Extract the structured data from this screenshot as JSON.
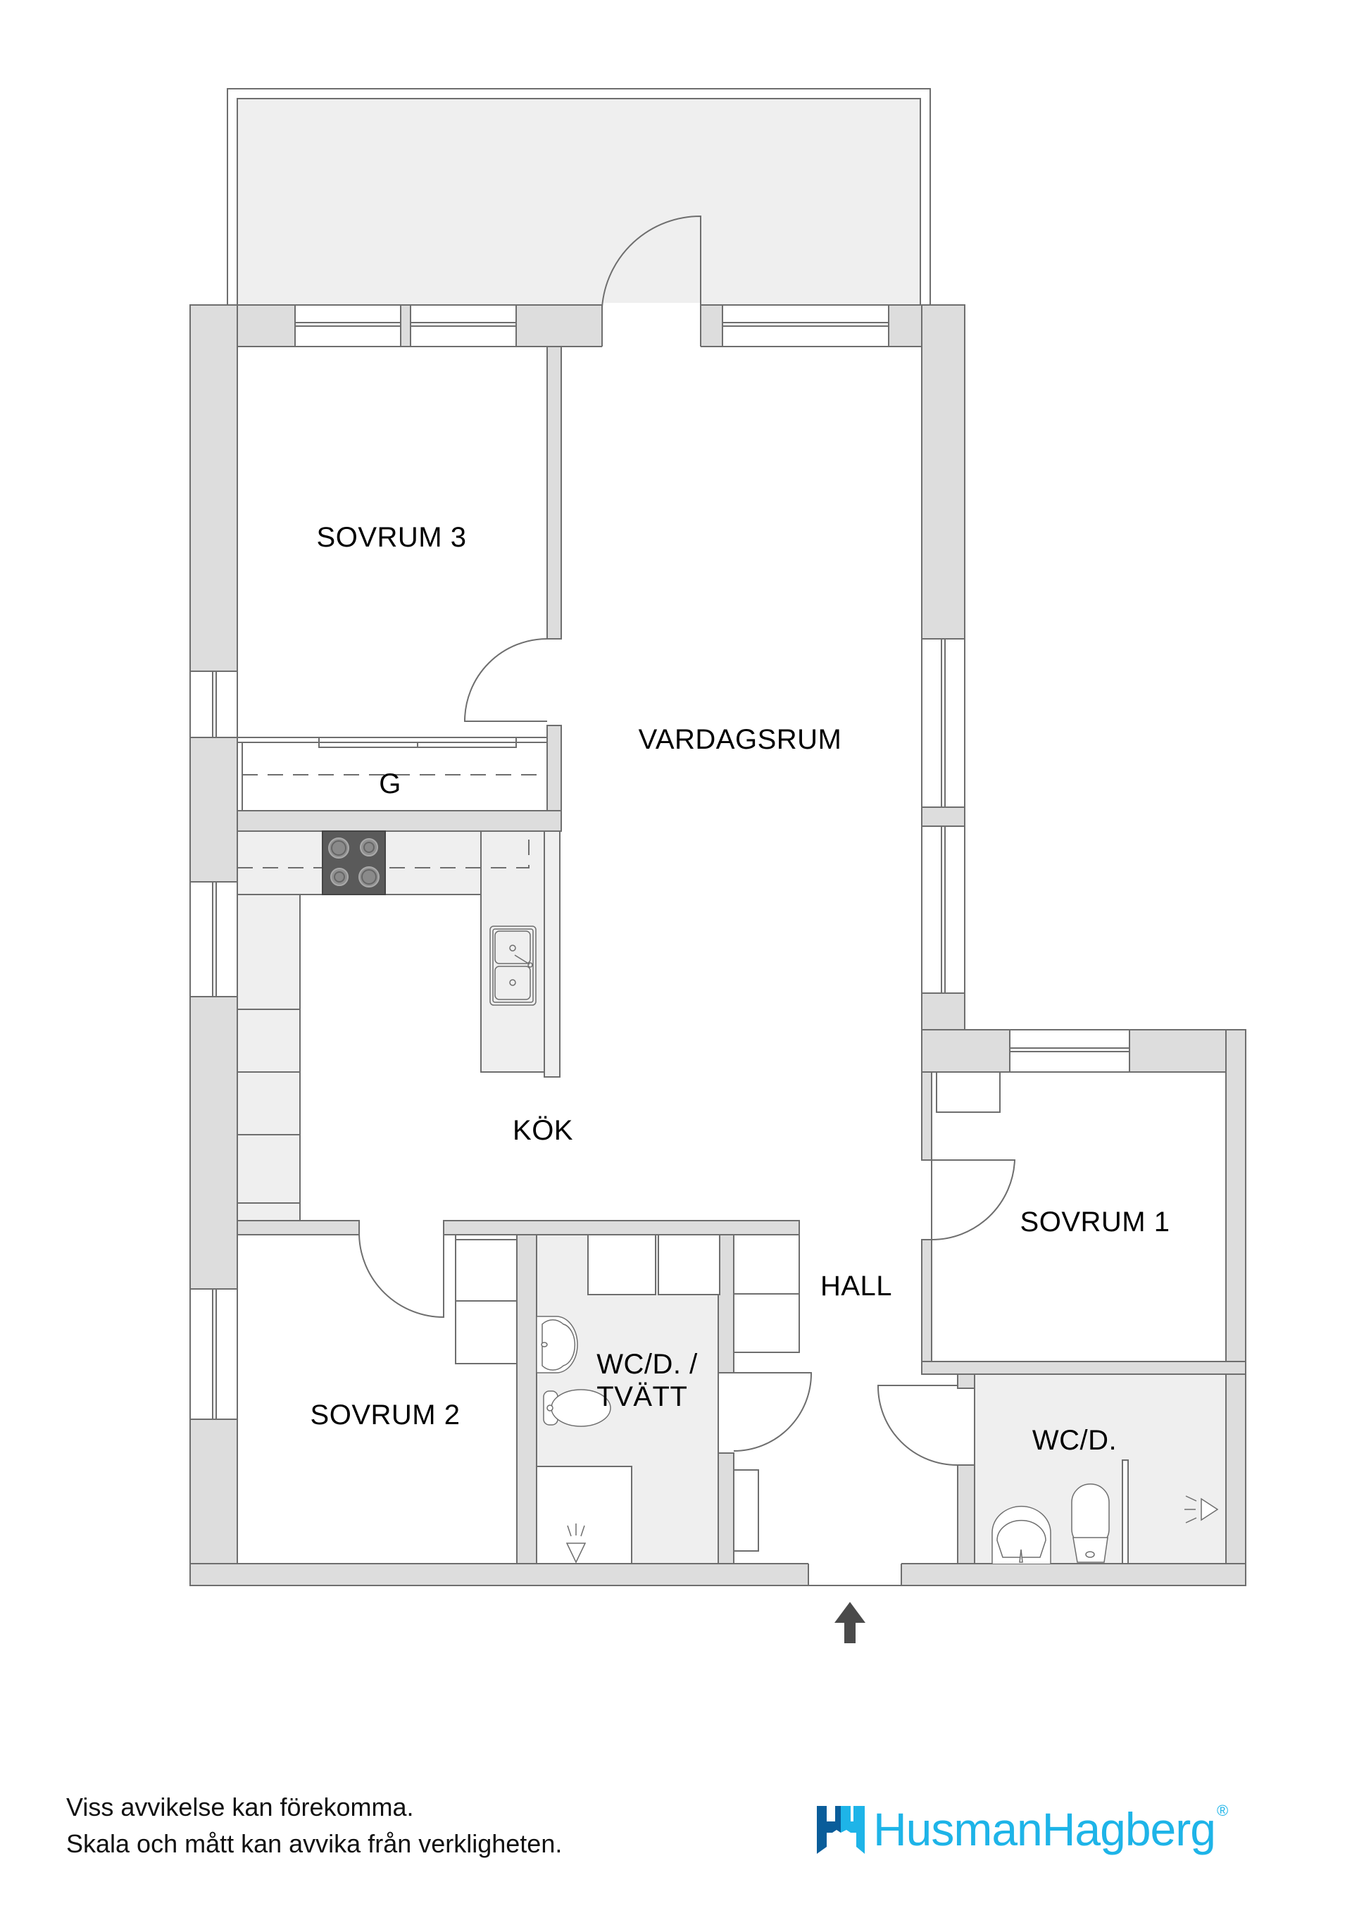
{
  "floorplan": {
    "rooms": {
      "sovrum3": "SOVRUM  3",
      "vardagsrum": "VARDAGSRUM",
      "garderob": "G",
      "kok": "KÖK",
      "sovrum1": "SOVRUM 1",
      "sovrum2": "SOVRUM 2",
      "hall": "HALL",
      "wc_tvatt_line1": "WC/D. /",
      "wc_tvatt_line2": "TVÄTT",
      "wcd": "WC/D."
    },
    "icons": {
      "entrance": "entrance-arrow-icon",
      "hob": "hob-icon",
      "sink": "double-sink-icon",
      "toilet": "toilet-icon",
      "washbasin": "washbasin-icon",
      "shower": "shower-icon"
    },
    "colors": {
      "wall": "#dddddd",
      "wet_room": "#efefef",
      "line": "#6e6e6e",
      "hob": "#5a5a5a",
      "arrow": "#4a4a4a"
    }
  },
  "footer": {
    "disclaimer_line1": "Viss avvikelse kan förekomma.",
    "disclaimer_line2": "Skala och mått kan avvika från verkligheten.",
    "brand_name": "HusmanHagberg",
    "brand_reg": "®",
    "brand_color": "#1eb4e8",
    "brand_dark": "#0a5d9a"
  }
}
